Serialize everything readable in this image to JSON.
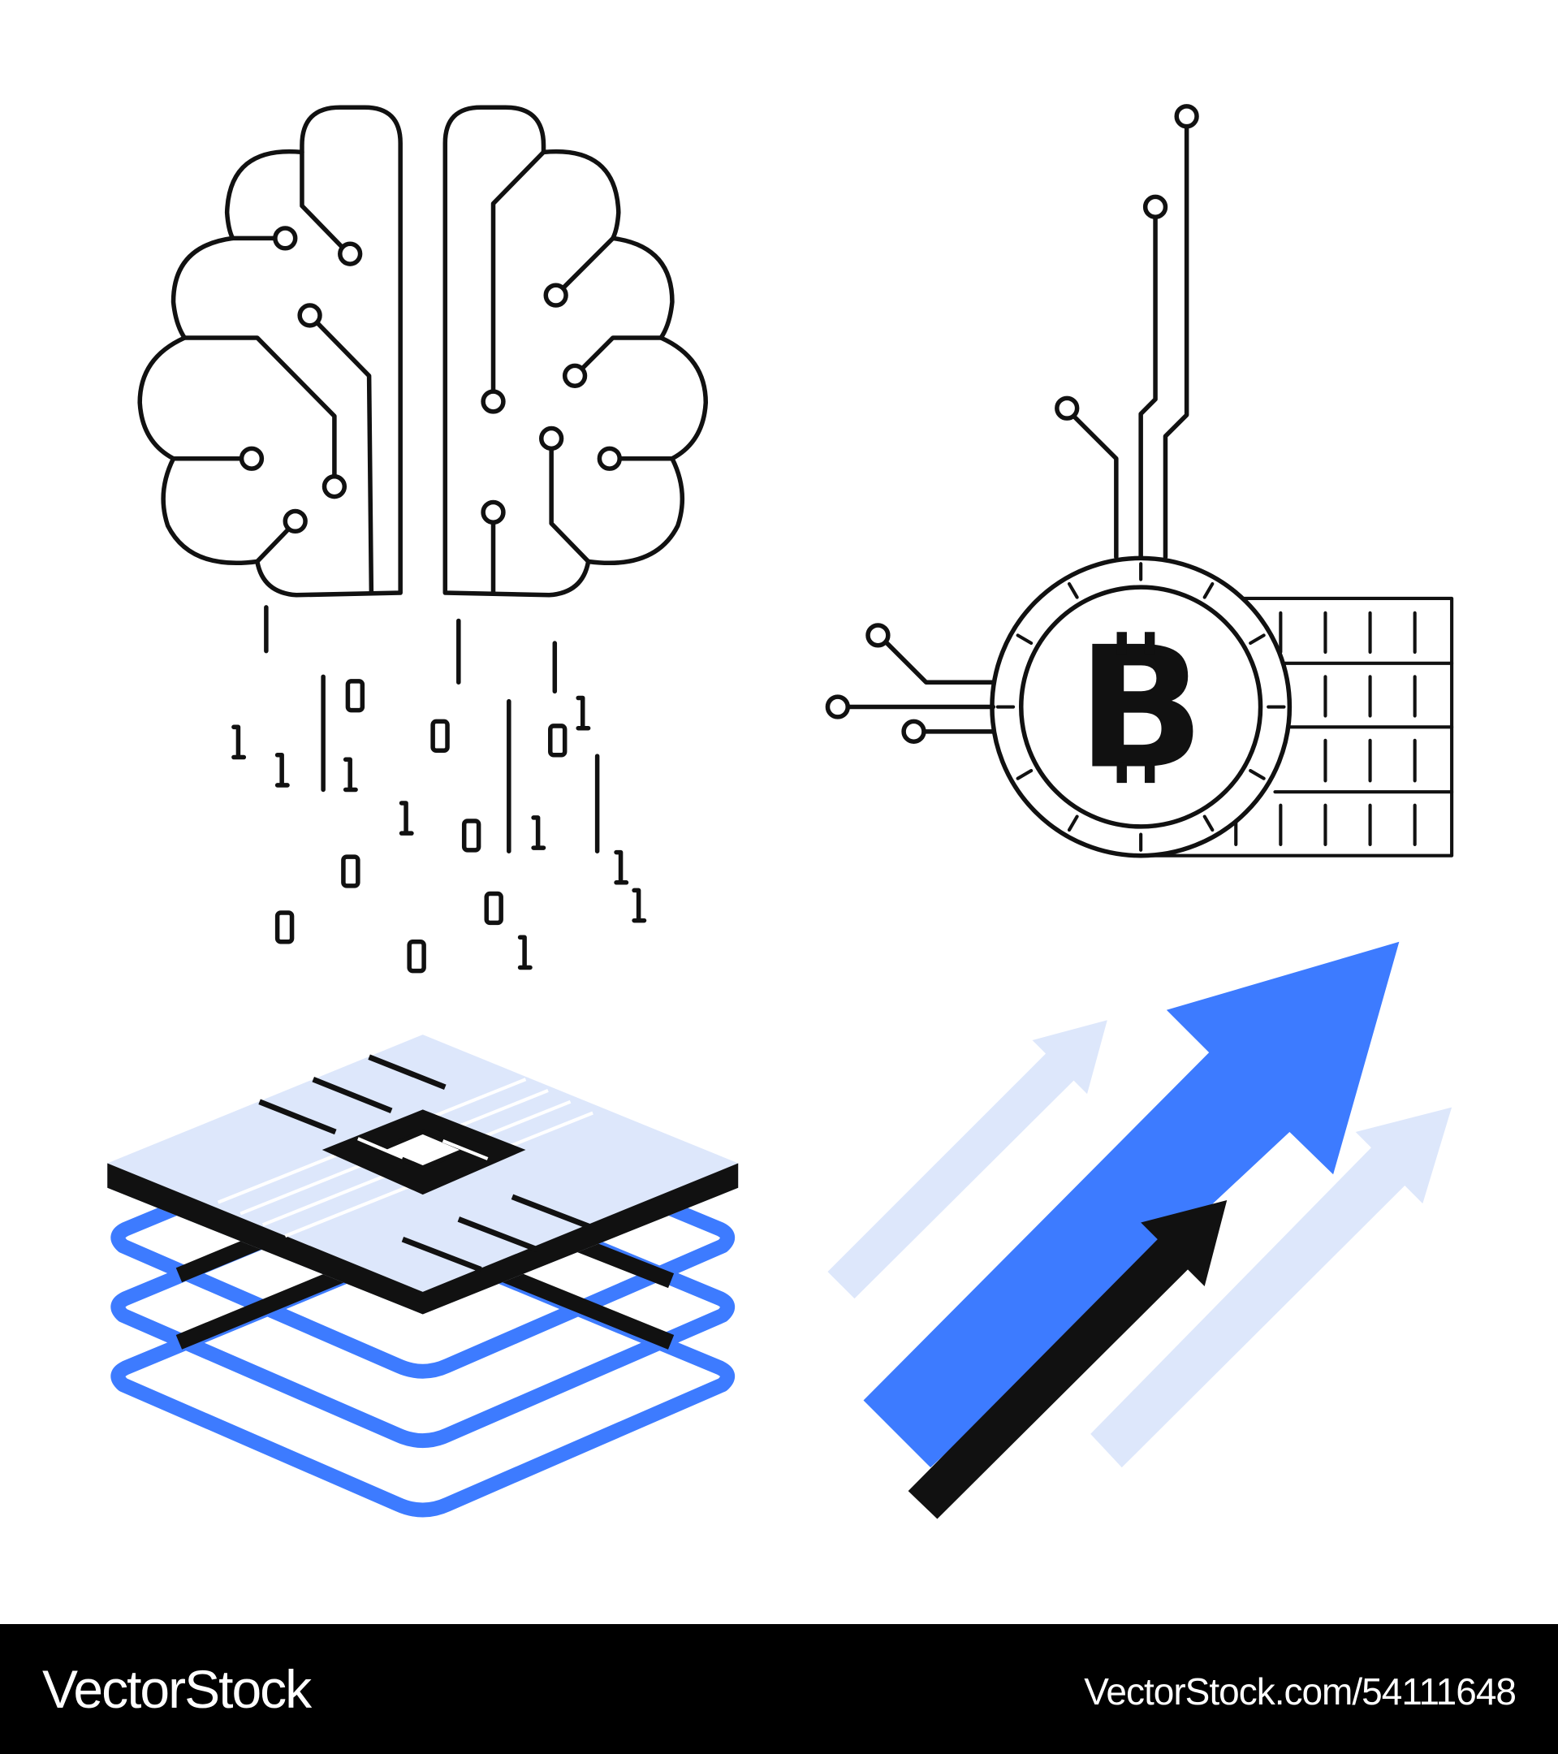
{
  "illustration": {
    "bitcoin_symbol": "B",
    "colors": {
      "accent_blue": "#3d7bff",
      "light_blue": "#dde7fb",
      "ink": "#111111"
    }
  },
  "footer": {
    "brand": "VectorStock",
    "url": "VectorStock.com/54111648"
  }
}
